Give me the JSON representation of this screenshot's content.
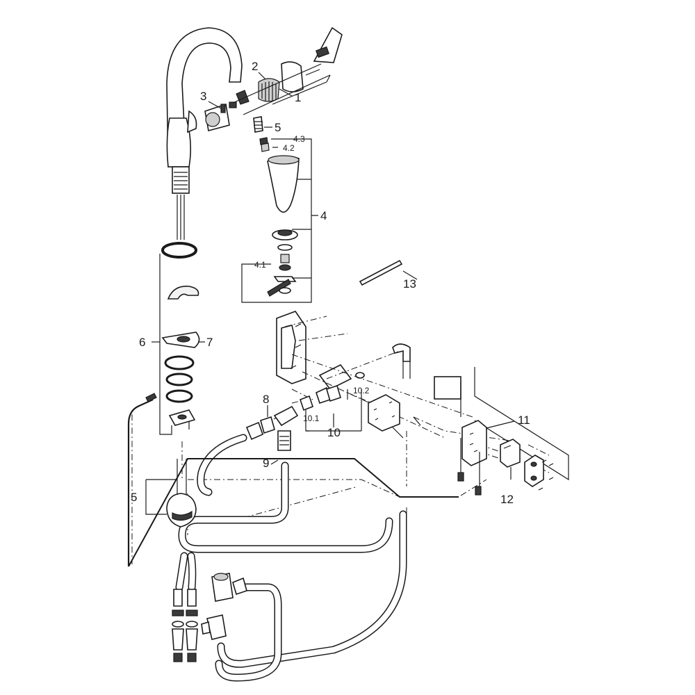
{
  "callouts": [
    {
      "id": "c1",
      "text": "1"
    },
    {
      "id": "c2",
      "text": "2"
    },
    {
      "id": "c3",
      "text": "3"
    },
    {
      "id": "c4",
      "text": "4"
    },
    {
      "id": "c4_1",
      "text": "4.1"
    },
    {
      "id": "c4_2",
      "text": "4.2"
    },
    {
      "id": "c4_3",
      "text": "4.3"
    },
    {
      "id": "c5a",
      "text": "5"
    },
    {
      "id": "c5b",
      "text": "5"
    },
    {
      "id": "c6",
      "text": "6"
    },
    {
      "id": "c7",
      "text": "7"
    },
    {
      "id": "c8",
      "text": "8"
    },
    {
      "id": "c9",
      "text": "9"
    },
    {
      "id": "c10",
      "text": "10"
    },
    {
      "id": "c10_1",
      "text": "10.1"
    },
    {
      "id": "c10_2",
      "text": "10.2"
    },
    {
      "id": "c11",
      "text": "11"
    },
    {
      "id": "c12",
      "text": "12"
    },
    {
      "id": "c13",
      "text": "13"
    }
  ]
}
